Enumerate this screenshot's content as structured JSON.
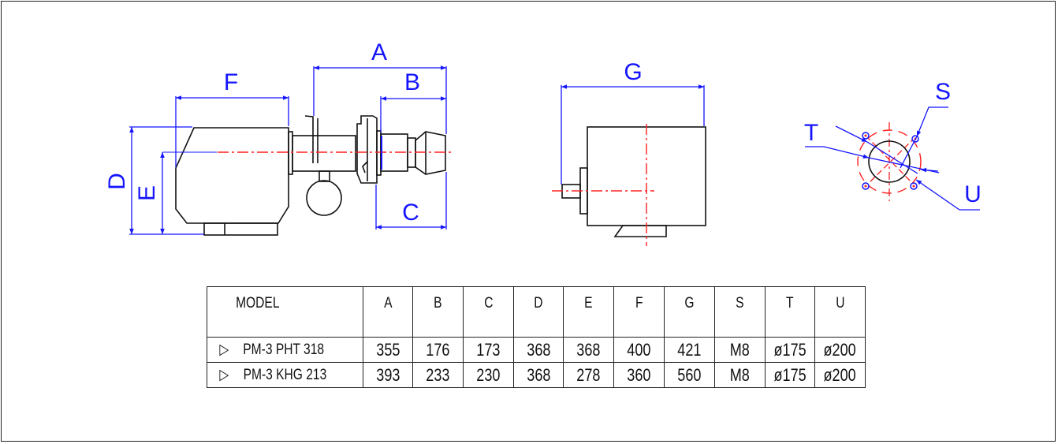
{
  "drawing": {
    "dimension_labels": {
      "A": "A",
      "B": "B",
      "C": "C",
      "D": "D",
      "E": "E",
      "F": "F",
      "G": "G",
      "S": "S",
      "T": "T",
      "U": "U"
    },
    "colors": {
      "dimension": "#1414ff",
      "centerline": "#ff2020",
      "outline": "#111111"
    }
  },
  "table": {
    "headers": [
      "MODEL",
      "A",
      "B",
      "C",
      "D",
      "E",
      "F",
      "G",
      "S",
      "T",
      "U"
    ],
    "rows": [
      {
        "marker": "▷",
        "cells": [
          "PM-3 PHT 318",
          "355",
          "176",
          "173",
          "368",
          "368",
          "400",
          "421",
          "M8",
          "ø175",
          "ø200"
        ]
      },
      {
        "marker": "▷",
        "cells": [
          "PM-3 KHG 213",
          "393",
          "233",
          "230",
          "368",
          "278",
          "360",
          "560",
          "M8",
          "ø175",
          "ø200"
        ]
      }
    ]
  }
}
